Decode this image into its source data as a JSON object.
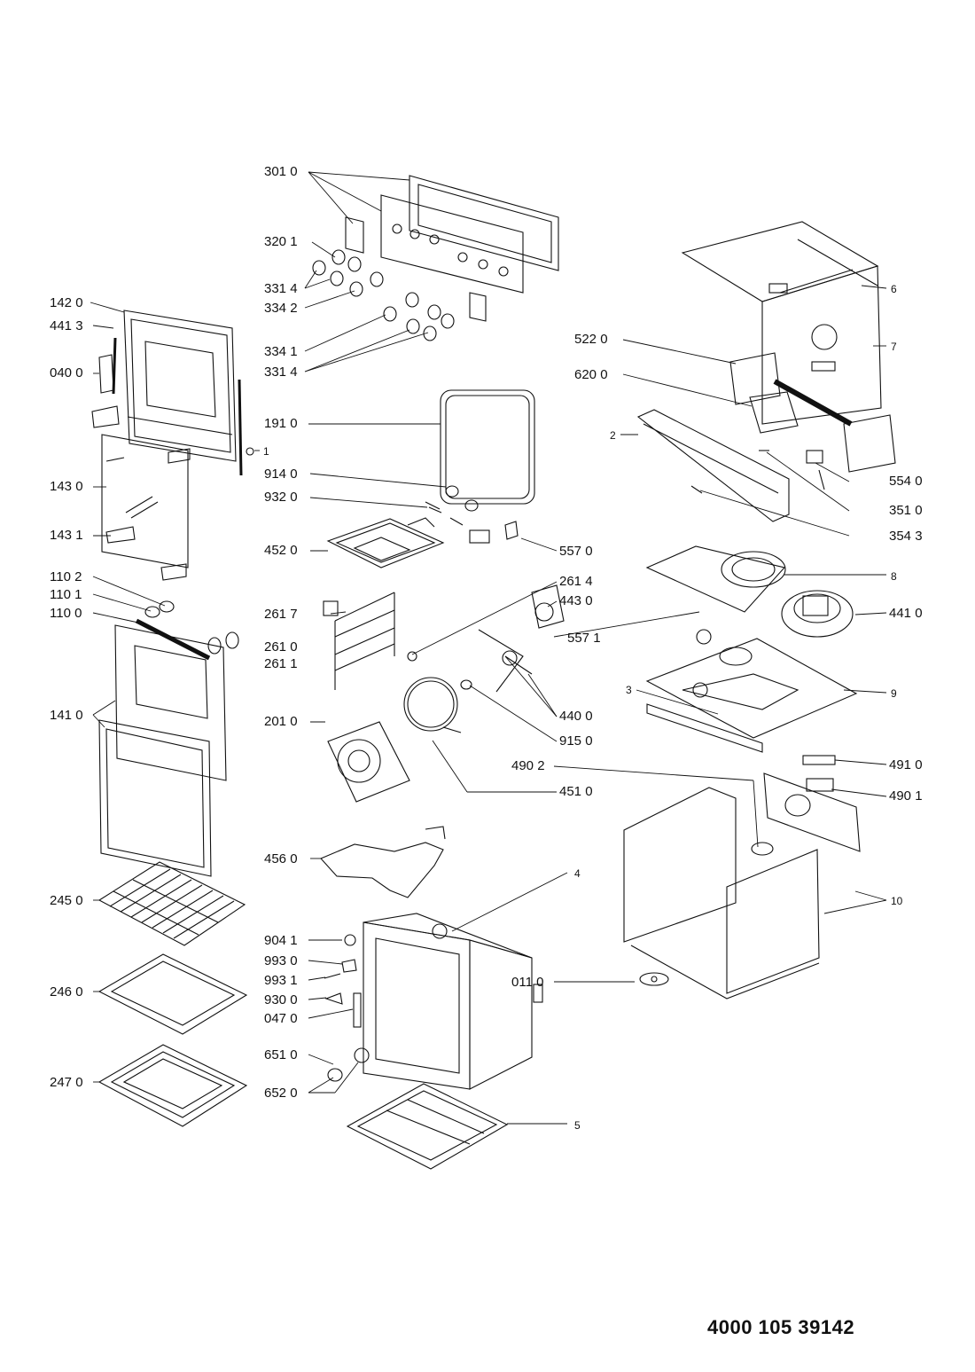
{
  "document_number": "4000 105 39142",
  "part_labels": [
    {
      "id": "p3010",
      "text": "301 0"
    },
    {
      "id": "p3201",
      "text": "320 1"
    },
    {
      "id": "p3314a",
      "text": "331 4"
    },
    {
      "id": "p3342",
      "text": "334 2"
    },
    {
      "id": "p1420",
      "text": "142 0"
    },
    {
      "id": "p4413",
      "text": "441 3"
    },
    {
      "id": "p0400",
      "text": "040 0"
    },
    {
      "id": "p3341",
      "text": "334 1"
    },
    {
      "id": "p3314b",
      "text": "331 4"
    },
    {
      "id": "p1910",
      "text": "191 0"
    },
    {
      "id": "p9140",
      "text": "914 0"
    },
    {
      "id": "p9320",
      "text": "932 0"
    },
    {
      "id": "p1430",
      "text": "143 0"
    },
    {
      "id": "p1431",
      "text": "143 1"
    },
    {
      "id": "p4520",
      "text": "452 0"
    },
    {
      "id": "p5570",
      "text": "557 0"
    },
    {
      "id": "p1102",
      "text": "110 2"
    },
    {
      "id": "p1101",
      "text": "110 1"
    },
    {
      "id": "p1100",
      "text": "110 0"
    },
    {
      "id": "p2614",
      "text": "261 4"
    },
    {
      "id": "p4430",
      "text": "443 0"
    },
    {
      "id": "p2617",
      "text": "261 7"
    },
    {
      "id": "p2610",
      "text": "261 0"
    },
    {
      "id": "p2611",
      "text": "261 1"
    },
    {
      "id": "p5571",
      "text": "557 1"
    },
    {
      "id": "p1410",
      "text": "141 0"
    },
    {
      "id": "p2010",
      "text": "201 0"
    },
    {
      "id": "p4400",
      "text": "440 0"
    },
    {
      "id": "p9150",
      "text": "915 0"
    },
    {
      "id": "p4910",
      "text": "491 0"
    },
    {
      "id": "p4902",
      "text": "490 2"
    },
    {
      "id": "p4901",
      "text": "490 1"
    },
    {
      "id": "p4510",
      "text": "451 0"
    },
    {
      "id": "p4560",
      "text": "456 0"
    },
    {
      "id": "p2450",
      "text": "245 0"
    },
    {
      "id": "p9041",
      "text": "904 1"
    },
    {
      "id": "p9930",
      "text": "993 0"
    },
    {
      "id": "p9931",
      "text": "993 1"
    },
    {
      "id": "p9300",
      "text": "930 0"
    },
    {
      "id": "p0470",
      "text": "047 0"
    },
    {
      "id": "p2460",
      "text": "246 0"
    },
    {
      "id": "p0110",
      "text": "011 0"
    },
    {
      "id": "p6510",
      "text": "651 0"
    },
    {
      "id": "p6520",
      "text": "652 0"
    },
    {
      "id": "p2470",
      "text": "247 0"
    },
    {
      "id": "p5220",
      "text": "522 0"
    },
    {
      "id": "p6200",
      "text": "620 0"
    },
    {
      "id": "p5540",
      "text": "554 0"
    },
    {
      "id": "p3510",
      "text": "351 0"
    },
    {
      "id": "p3543",
      "text": "354 3"
    },
    {
      "id": "p4410",
      "text": "441 0"
    },
    {
      "id": "n1",
      "text": "1"
    },
    {
      "id": "n2",
      "text": "2"
    },
    {
      "id": "n3",
      "text": "3"
    },
    {
      "id": "n4",
      "text": "4"
    },
    {
      "id": "n5",
      "text": "5"
    },
    {
      "id": "n6",
      "text": "6"
    },
    {
      "id": "n7",
      "text": "7"
    },
    {
      "id": "n8",
      "text": "8"
    },
    {
      "id": "n9",
      "text": "9"
    },
    {
      "id": "n10",
      "text": "10"
    }
  ]
}
